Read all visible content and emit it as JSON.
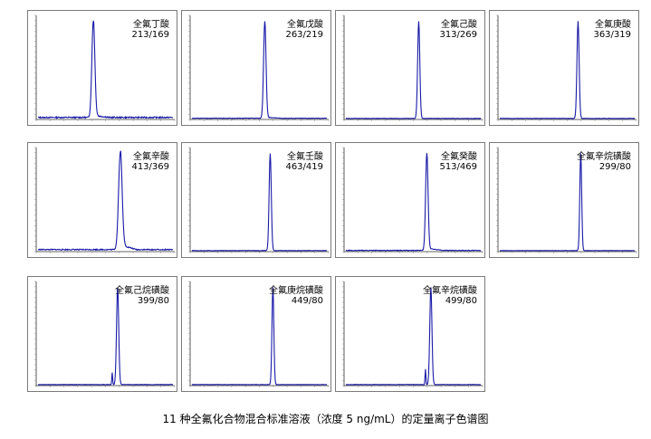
{
  "caption": "11 种全氟化合物混合标准溶液（浓度 5 ng/mL）的定量离子色谱图",
  "colors": {
    "trace": "#1a1aa8",
    "frame": "#7a7a7a",
    "axis": "#333333"
  },
  "chart_data": [
    {
      "type": "line",
      "title": "全氟丁酸",
      "transition": "213/169",
      "peak_x": 0.41,
      "width": 0.011,
      "baseline": 0.02,
      "noise": 0.012,
      "tail": 0.02,
      "pre": 0
    },
    {
      "type": "line",
      "title": "全氟戊酸",
      "transition": "263/219",
      "peak_x": 0.54,
      "width": 0.009,
      "baseline": 0.012,
      "noise": 0.005,
      "tail": 0.01,
      "pre": 0
    },
    {
      "type": "line",
      "title": "全氟己酸",
      "transition": "313/269",
      "peak_x": 0.54,
      "width": 0.008,
      "baseline": 0.01,
      "noise": 0.004,
      "tail": 0,
      "pre": 0
    },
    {
      "type": "line",
      "title": "全氟庚酸",
      "transition": "363/319",
      "peak_x": 0.58,
      "width": 0.008,
      "baseline": 0.01,
      "noise": 0.004,
      "tail": 0,
      "pre": 0
    },
    {
      "type": "line",
      "title": "全氟辛酸",
      "transition": "413/369",
      "peak_x": 0.61,
      "width": 0.013,
      "baseline": 0.02,
      "noise": 0.01,
      "tail": 0.045,
      "pre": 0
    },
    {
      "type": "line",
      "title": "全氟壬酸",
      "transition": "463/419",
      "peak_x": 0.58,
      "width": 0.008,
      "baseline": 0.01,
      "noise": 0.004,
      "tail": 0,
      "pre": 0
    },
    {
      "type": "line",
      "title": "全氟癸酸",
      "transition": "513/469",
      "peak_x": 0.6,
      "width": 0.009,
      "baseline": 0.012,
      "noise": 0.006,
      "tail": 0.02,
      "pre": 0
    },
    {
      "type": "line",
      "title": "全氟辛烷磺酸",
      "transition": "299/80",
      "peak_x": 0.6,
      "width": 0.007,
      "baseline": 0.01,
      "noise": 0.003,
      "tail": 0,
      "pre": 0
    },
    {
      "type": "line",
      "title": "全氟己烷磺酸",
      "transition": "399/80",
      "peak_x": 0.59,
      "width": 0.008,
      "baseline": 0.01,
      "noise": 0.004,
      "tail": 0,
      "pre": 0.12
    },
    {
      "type": "line",
      "title": "全氟庚烷磺酸",
      "transition": "449/80",
      "peak_x": 0.6,
      "width": 0.007,
      "baseline": 0.01,
      "noise": 0.003,
      "tail": 0,
      "pre": 0
    },
    {
      "type": "line",
      "title": "全氟辛烷磺酸",
      "transition": "499/80",
      "peak_x": 0.63,
      "width": 0.008,
      "baseline": 0.01,
      "noise": 0.004,
      "tail": 0,
      "pre": 0.15
    }
  ]
}
